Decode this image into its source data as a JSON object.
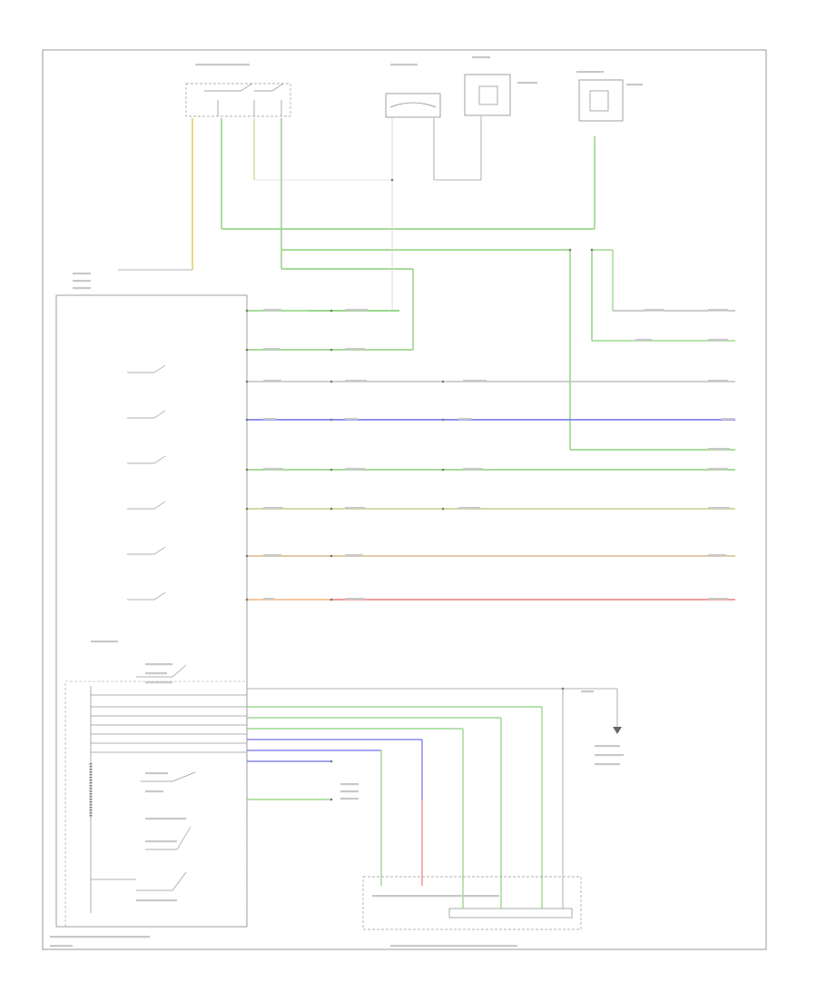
{
  "diagram": {
    "wires": [
      {
        "name": "wire-green-1",
        "color": "#8bd17a"
      },
      {
        "name": "wire-green-2",
        "color": "#8bd17a"
      },
      {
        "name": "wire-gray-3",
        "color": "#b5b5b5"
      },
      {
        "name": "wire-blue-4",
        "color": "#6f6ff0"
      },
      {
        "name": "wire-green-5",
        "color": "#8bd17a"
      },
      {
        "name": "wire-olive-6",
        "color": "#c9cc8a"
      },
      {
        "name": "wire-tan-7",
        "color": "#d8b98a"
      },
      {
        "name": "wire-orange-8",
        "color": "#f5b27a"
      },
      {
        "name": "wire-red-9",
        "color": "#f07a7a"
      },
      {
        "name": "wire-ygreen-9",
        "color": "#c3d98a"
      }
    ],
    "accent": {
      "frame": "#9a9a9a",
      "gray_wire": "#b5b5b5",
      "yellow_wire": "#e3d36a"
    }
  }
}
